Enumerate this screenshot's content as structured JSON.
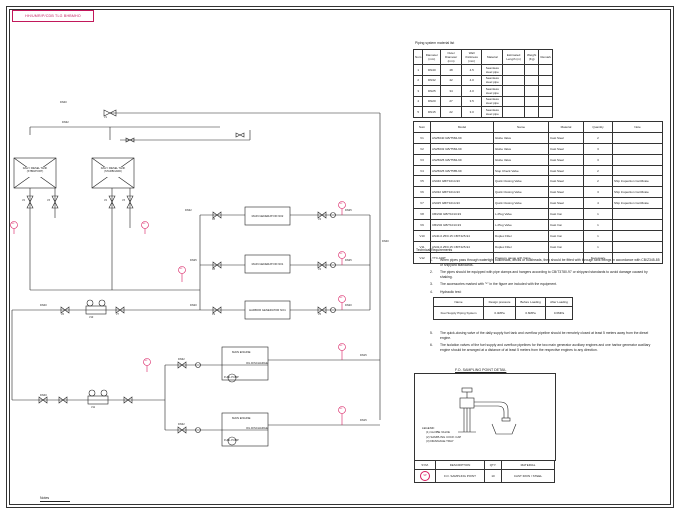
{
  "stamp": "HH/UMR/P/CDB  TLG  BHBMHO",
  "scale_note": "Notes",
  "diagram": {
    "tanks": [
      {
        "label": "DAILY DIESEL TANK (STBD/PORT)"
      },
      {
        "label": "DAILY DIESEL TANK (STARBOARD)"
      }
    ],
    "generators": [
      {
        "label": "MAIN GENERATOR NO2"
      },
      {
        "label": "MAIN GENERATOR NO1"
      },
      {
        "label": "HARBOR GENERATOR NO1"
      }
    ],
    "engines": [
      {
        "label": "MAIN ENGINE",
        "discharge": "OIL DISCHARGE",
        "pump": "FUEL PUMP"
      },
      {
        "label": "MAIN ENGINE",
        "discharge": "OIL DISCHARGE",
        "pump": "FUEL PUMP"
      }
    ],
    "pipe_tags": [
      "DN40",
      "DN32",
      "DN25",
      "DN20",
      "DN15"
    ],
    "valve_tags": [
      "V1",
      "V2",
      "V3",
      "V4",
      "V5",
      "V6",
      "V7",
      "V8",
      "V9",
      "V10",
      "V11"
    ],
    "sampling_symbol": "SP"
  },
  "piping_table": {
    "caption": "Piping system material list",
    "headers": [
      "Num",
      "Diameter (mm)",
      "Outer Diameter (mm)",
      "Wall thickness (mm)",
      "Material",
      "Estimated Length (m)",
      "Weight (Kg)",
      "Remark"
    ],
    "rows": [
      [
        "1",
        "DN40",
        "48",
        "4.5",
        "Seamless steel pipe",
        "",
        "",
        ""
      ],
      [
        "2",
        "DN32",
        "42",
        "4.0",
        "Seamless steel pipe",
        "",
        "",
        ""
      ],
      [
        "3",
        "DN25",
        "34",
        "4.0",
        "Seamless steel pipe",
        "",
        "",
        ""
      ],
      [
        "4",
        "DN20",
        "27",
        "3.5",
        "Seamless steel pipe",
        "",
        "",
        ""
      ],
      [
        "5",
        "DN15",
        "22",
        "3.0",
        "Seamless steel pipe",
        "",
        "",
        ""
      ]
    ]
  },
  "valve_table": {
    "headers": [
      "Num",
      "Model",
      "Name",
      "Material",
      "Quantity",
      "Note"
    ],
    "rows": [
      [
        "V1",
        "AS25040 GB/T584-99",
        "Globe Valve",
        "Cast Steel",
        "2",
        ""
      ],
      [
        "V2",
        "AS25032 GB/T584-99",
        "Globe Valve",
        "Cast Steel",
        "3",
        ""
      ],
      [
        "V3",
        "AS25025 GB/T584-99",
        "Globe Valve",
        "Cast Steel",
        "3",
        ""
      ],
      [
        "V4",
        "AS25025 GB/T585-99",
        "Stop Check Valve",
        "Cast Steel",
        "2",
        ""
      ],
      [
        "V5",
        "AS040 GB/T1014-93",
        "Quick Closing Valve",
        "Cast Steel",
        "2",
        "Ship Inspection Certificate"
      ],
      [
        "V6",
        "AS032 GB/T1014-93",
        "Quick Closing Valve",
        "Cast Steel",
        "3",
        "Ship Inspection Certificate"
      ],
      [
        "V7",
        "AS025 GB/T1014-93",
        "Quick Closing Valve",
        "Cast Steel",
        "4",
        "Ship Inspection Certificate"
      ],
      [
        "V8",
        "CB/Z40 GB/T1013-93",
        "L-Plug Valve",
        "Cast Iron",
        "1",
        ""
      ],
      [
        "V9",
        "CB/Z32 GB/T1013-93",
        "L-Plug Valve",
        "Cast Iron",
        "1",
        ""
      ],
      [
        "V10",
        "AS40-0.25/0.15 CB/T425-94",
        "Duplex Filter",
        "Cast Iron",
        "1",
        ""
      ],
      [
        "V11",
        "AS32-0.25/0.15 CB/T425-94",
        "Duplex Filter",
        "Cast Iron",
        "1",
        ""
      ],
      [
        "V12",
        "YTC-100T",
        "Pressure gauge with Valve",
        "",
        "Necessary",
        ""
      ]
    ]
  },
  "requirements": {
    "title": "Technical Requirements",
    "items": [
      {
        "n": "1.",
        "t": "When pipes pass through watertight bulkheads, decks or bulkheads, they should be fitted with through tank fittings in accordance with CB/Z345-85 or shipyard standards."
      },
      {
        "n": "2.",
        "t": "The pipes should be equipped with pipe clamps and hangers according to CB/T3780-97 or shipyard standards to avoid damage caused by shaking."
      },
      {
        "n": "3.",
        "t": "The accessories marked with \"*\" in the figure are included with the equipment."
      },
      {
        "n": "4.",
        "t": "Hydraulic test:"
      }
    ],
    "more": [
      {
        "n": "5.",
        "t": "The quick-closing valve of the daily supply fuel tank and overflow pipeline should be remotely closed at least 5 meters away from the diesel engine."
      },
      {
        "n": "6.",
        "t": "The isolation valves of the fuel supply and overflow pipelines for the two main generator auxiliary engines and one harbor generator auxiliary engine should be arranged at a distance of at least 5 meters from the respective engines to any direction."
      }
    ]
  },
  "pressure_table": {
    "headers": [
      "Name",
      "Design pressure",
      "Before Loading",
      "After Loading"
    ],
    "rows": [
      [
        "Fuel Supply Piping System",
        "0.4MPa",
        "0.6MPa",
        "0.6MPa"
      ]
    ]
  },
  "sampling": {
    "title": "F.O. SAMPLING POINT DETAIL",
    "legend_title": "LEGEND:",
    "legend": [
      "(1)   GLOBE VALVE",
      "(2)   SAMPLING COCK CAP",
      "(3)   DRAINAGE TRAY"
    ]
  },
  "symbol_table": {
    "headers": [
      "SYM.",
      "DESCRIPTION",
      "QTY.",
      "MATERIAL"
    ],
    "rows": [
      [
        "SP",
        "F.O. SAMPLING POINT",
        "10",
        "CAST IRON / STEEL"
      ]
    ]
  }
}
